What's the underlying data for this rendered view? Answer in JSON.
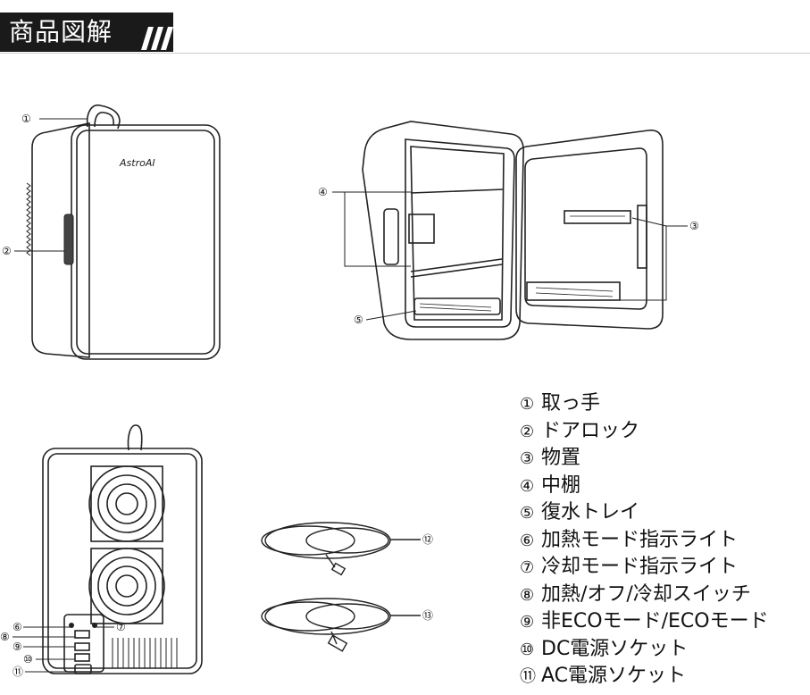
{
  "header": {
    "title": "商品図解",
    "slashes": "///"
  },
  "figure1": {
    "brand": "AstroAI",
    "callouts": [
      "①",
      "②"
    ]
  },
  "figure2": {
    "callouts": [
      "④",
      "⑤",
      "③"
    ]
  },
  "figure3": {
    "callouts": [
      "⑥",
      "⑦",
      "⑧",
      "⑨",
      "⑩",
      "⑪"
    ]
  },
  "cables": {
    "callouts": [
      "⑫",
      "⑬"
    ]
  },
  "legend": [
    {
      "num": "①",
      "label": "取っ手"
    },
    {
      "num": "②",
      "label": "ドアロック"
    },
    {
      "num": "③",
      "label": "物置"
    },
    {
      "num": "④",
      "label": "中棚"
    },
    {
      "num": "⑤",
      "label": "復水トレイ"
    },
    {
      "num": "⑥",
      "label": "加熱モード指示ライト"
    },
    {
      "num": "⑦",
      "label": "冷却モード指示ライト"
    },
    {
      "num": "⑧",
      "label": "加熱/オフ/冷却スイッチ"
    },
    {
      "num": "⑨",
      "label": "非ECOモード/ECOモード"
    },
    {
      "num": "⑩",
      "label": "DC電源ソケット"
    },
    {
      "num": "⑪",
      "label": "AC電源ソケット"
    }
  ]
}
